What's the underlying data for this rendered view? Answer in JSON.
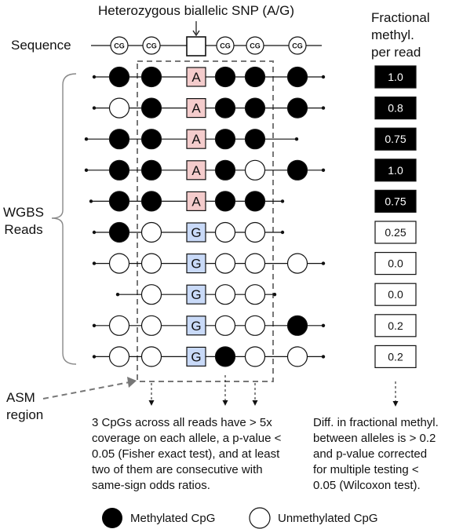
{
  "title": "Heterozygous biallelic SNP (A/G)",
  "sequence_label": "Sequence",
  "cg_label": "CG",
  "frac_header": [
    "Fractional",
    "methyl.",
    "per read"
  ],
  "reads_label": [
    "WGBS",
    "Reads"
  ],
  "asm_label": [
    "ASM",
    "region"
  ],
  "reads": [
    {
      "allele": "A",
      "cpgs": [
        "M",
        "M",
        "M",
        "M",
        "M"
      ],
      "frac": "1.0"
    },
    {
      "allele": "A",
      "cpgs": [
        "U",
        "M",
        "M",
        "M",
        "M"
      ],
      "frac": "0.8"
    },
    {
      "allele": "A",
      "cpgs": [
        "M",
        "M",
        "M",
        "M",
        null
      ],
      "frac": "0.75"
    },
    {
      "allele": "A",
      "cpgs": [
        "M",
        "M",
        "M",
        "U",
        "M"
      ],
      "frac": "1.0"
    },
    {
      "allele": "A",
      "cpgs": [
        "M",
        "M",
        "M",
        "M",
        null
      ],
      "frac": "0.75"
    },
    {
      "allele": "G",
      "cpgs": [
        "M",
        "U",
        "U",
        "U",
        null
      ],
      "frac": "0.25"
    },
    {
      "allele": "G",
      "cpgs": [
        "U",
        "U",
        "U",
        "U",
        "U"
      ],
      "frac": "0.0"
    },
    {
      "allele": "G",
      "cpgs": [
        null,
        "U",
        "U",
        "U",
        null
      ],
      "frac": "0.0"
    },
    {
      "allele": "G",
      "cpgs": [
        "U",
        "U",
        "U",
        "U",
        "M"
      ],
      "frac": "0.2"
    },
    {
      "allele": "G",
      "cpgs": [
        "U",
        "U",
        "M",
        "U",
        "U"
      ],
      "frac": "0.2"
    }
  ],
  "note_left": [
    "3 CpGs across all reads have > 5x",
    "coverage on each allele, a p-value <",
    "0.05 (Fisher exact test), and at least",
    "two of them are consecutive with",
    "same-sign odds ratios."
  ],
  "note_right": [
    "Diff. in fractional methyl.",
    "between alleles is > 0.2",
    "and p-value corrected",
    "for multiple testing <",
    "0.05 (Wilcoxon test)."
  ],
  "legend": {
    "methylated": "Methylated CpG",
    "unmethylated": "Unmethylated CpG"
  },
  "colors": {
    "allele_A": "#f4cccc",
    "allele_G": "#c9daf8",
    "methylated": "#000000",
    "frac_dark": "#000000"
  }
}
